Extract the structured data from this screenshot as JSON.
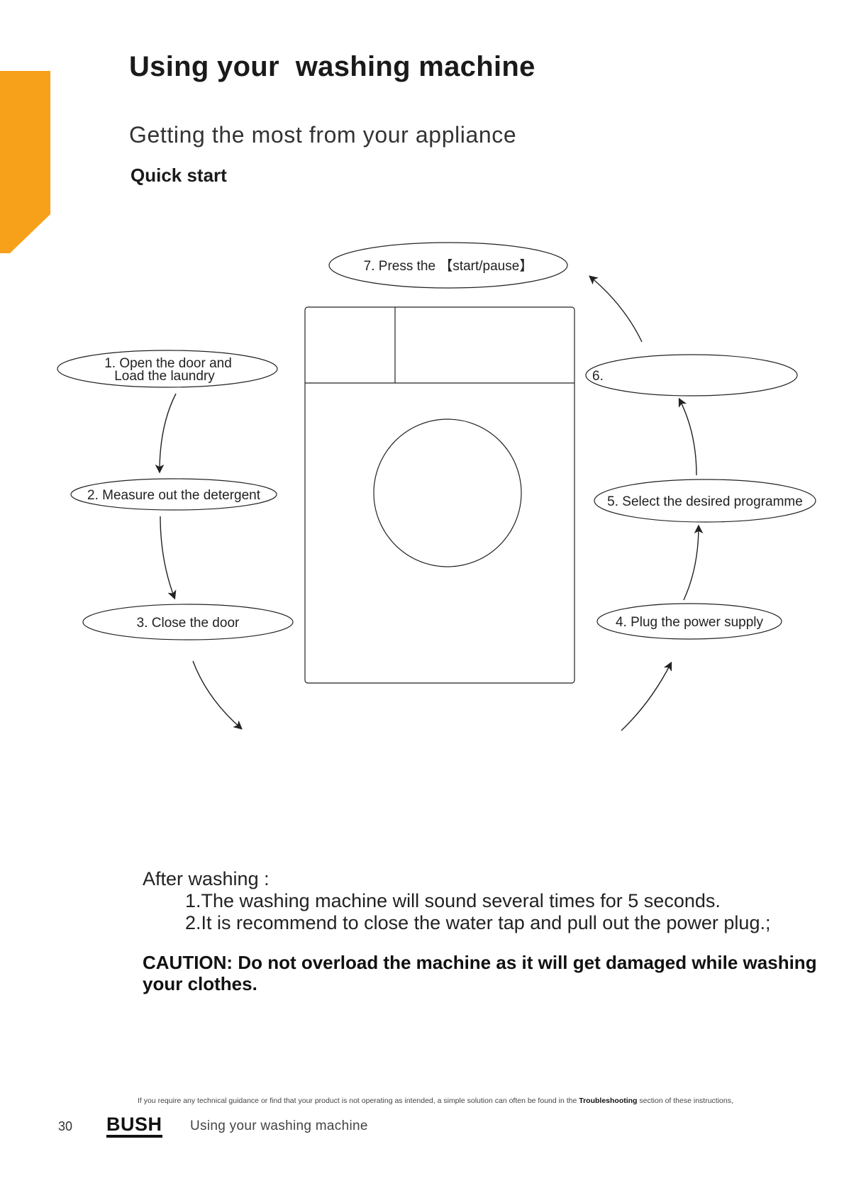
{
  "header": {
    "title": "Using your  washing machine",
    "subtitle": "Getting the most from your appliance",
    "section": "Quick start",
    "accent_color": "#F7A01A"
  },
  "diagram": {
    "steps": [
      {
        "line1": "1. Open the door and",
        "line2": "Load the laundry"
      },
      {
        "line1": "2. Measure out the detergent"
      },
      {
        "line1": "3. Close the  door"
      },
      {
        "line1": "4. Plug the power supply"
      },
      {
        "line1": "5. Select the desired programme"
      },
      {
        "line1": "6."
      },
      {
        "line1": "7. Press the 【start/pause】"
      }
    ]
  },
  "after": {
    "heading": "After washing :",
    "items": [
      "1.The washing machine will sound several times for 5 seconds.",
      "2.It is recommend to close the water tap and pull out the power plug.;"
    ]
  },
  "caution": "CAUTION: Do not overload the machine as it will get damaged while washing your clothes.",
  "footer": {
    "note_prefix": "If you require any technical guidance or find that your product is not operating as intended, a simple solution can often be found in the ",
    "note_bold": "Troubleshooting",
    "note_suffix": " section of these instructions,",
    "page_number": "30",
    "brand": "BUSH",
    "section_title": "Using your washing machine"
  }
}
